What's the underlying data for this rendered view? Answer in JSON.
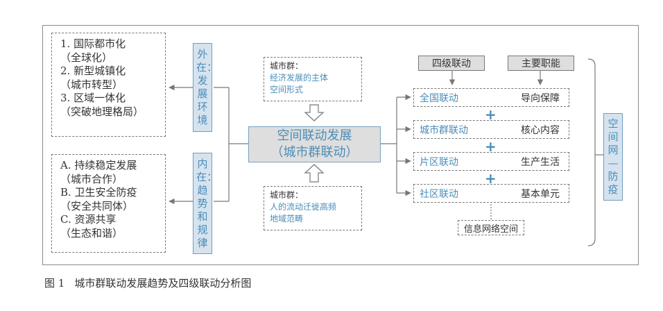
{
  "external": {
    "label": "外在：发展环境",
    "items": [
      "1. 国际都市化",
      "（全球化）",
      "2. 新型城镇化",
      "（城市转型）",
      "3. 区域一体化",
      "（突破地理格局）"
    ]
  },
  "internal": {
    "label": "内在：趋势和规律",
    "items": [
      "A. 持续稳定发展",
      "（城市合作）",
      "B. 卫生安全防疫",
      "（安全共同体）",
      "C. 资源共享",
      "（生态和谐）"
    ]
  },
  "center": {
    "line1": "空间联动发展",
    "line2": "（城市群联动）"
  },
  "note_top": {
    "key": "城市群：",
    "line1": "经济发展的主体",
    "line2": "空间形式"
  },
  "note_bottom": {
    "key": "城市群：",
    "line1": "人的流动迁徙高频",
    "line2": "地域范畴"
  },
  "headers": {
    "levels": "四级联动",
    "functions": "主要职能"
  },
  "levels": [
    {
      "name": "全国联动",
      "function": "导向保障"
    },
    {
      "name": "城市群联动",
      "function": "核心内容"
    },
    {
      "name": "片区联动",
      "function": "生产生活"
    },
    {
      "name": "社区联动",
      "function": "基本单元"
    }
  ],
  "plus": "+",
  "info_space": "信息网络空间",
  "right_label": "空间网—防疫",
  "caption": {
    "number": "图 1",
    "text": "城市群联动发展趋势及四级联动分析图"
  },
  "colors": {
    "accent": "#4a8db8",
    "box_fill": "#d6e3ef",
    "gray_fill": "#dedede"
  }
}
